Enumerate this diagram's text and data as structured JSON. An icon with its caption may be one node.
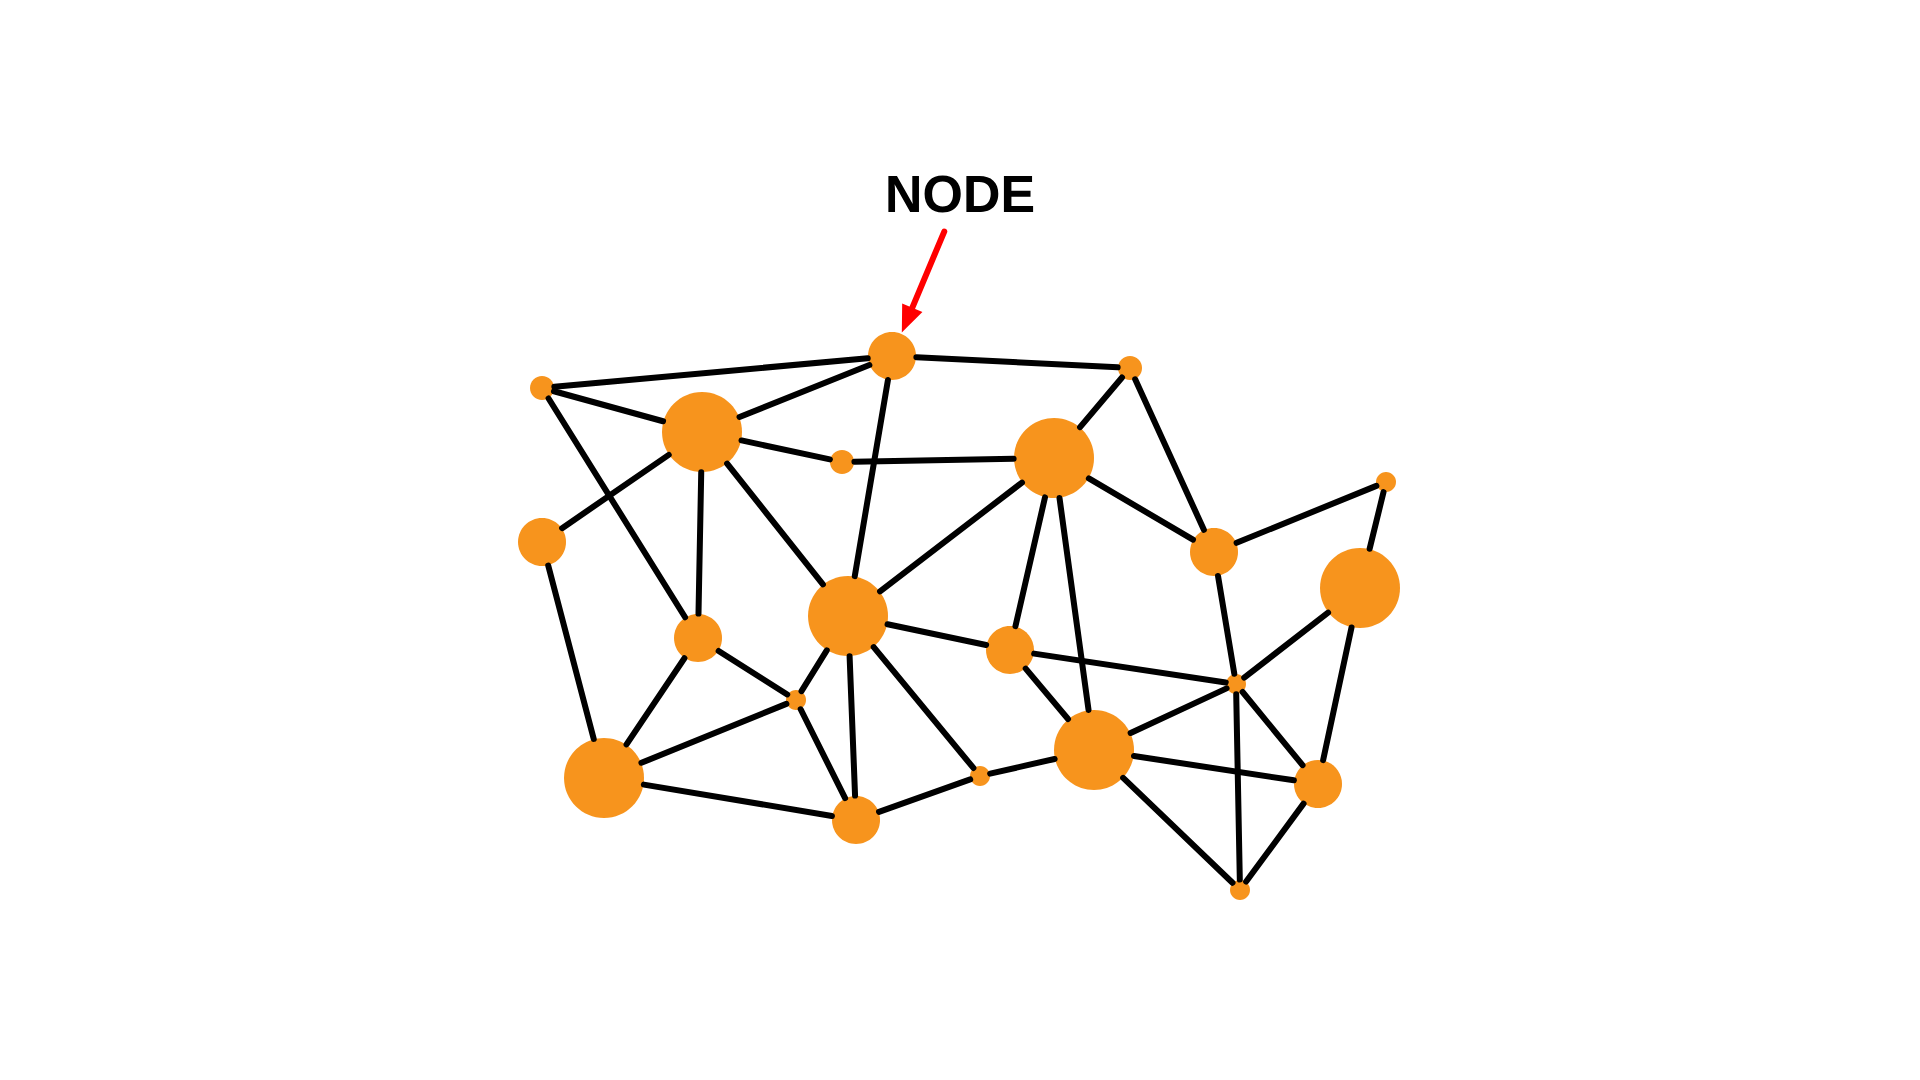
{
  "diagram": {
    "nodes": [
      {
        "text": [
          "NODE"
        ]
      },
      {
        "text": [],
        "shape": "circle"
      },
      {
        "text": [],
        "shape": "circle"
      },
      {
        "text": [],
        "shape": "circle"
      },
      {
        "text": [],
        "shape": "circle"
      },
      {
        "text": [],
        "shape": "circle"
      },
      {
        "text": [],
        "shape": "circle"
      },
      {
        "text": [],
        "shape": "circle"
      },
      {
        "text": [],
        "shape": "circle"
      },
      {
        "text": [],
        "shape": "circle"
      },
      {
        "text": [],
        "shape": "circle"
      },
      {
        "text": [],
        "shape": "circle"
      },
      {
        "text": [],
        "shape": "circle"
      },
      {
        "text": [],
        "shape": "circle"
      },
      {
        "text": [],
        "shape": "circle"
      },
      {
        "text": [],
        "shape": "circle"
      },
      {
        "text": [],
        "shape": "circle"
      },
      {
        "text": [],
        "shape": "circle"
      },
      {
        "text": [],
        "shape": "circle"
      },
      {
        "text": [],
        "shape": "circle"
      },
      {
        "text": [],
        "shape": "circle"
      },
      {
        "text": [],
        "shape": "circle"
      }
    ],
    "edges": [
      {
        "from": 0,
        "to": 1,
        "arrow": "to",
        "color": "#ff0000"
      },
      {
        "from": 3,
        "to": 1,
        "arrow": "none"
      },
      {
        "from": 3,
        "to": 4,
        "arrow": "none"
      },
      {
        "from": 3,
        "to": 12,
        "arrow": "none"
      },
      {
        "from": 4,
        "to": 1,
        "arrow": "none"
      },
      {
        "from": 4,
        "to": 5,
        "arrow": "none"
      },
      {
        "from": 4,
        "to": 8,
        "arrow": "none"
      },
      {
        "from": 4,
        "to": 12,
        "arrow": "none"
      },
      {
        "from": 4,
        "to": 11,
        "arrow": "none"
      },
      {
        "from": 5,
        "to": 6,
        "arrow": "none"
      },
      {
        "from": 1,
        "to": 2,
        "arrow": "none"
      },
      {
        "from": 1,
        "to": 11,
        "arrow": "none"
      },
      {
        "from": 2,
        "to": 6,
        "arrow": "none"
      },
      {
        "from": 2,
        "to": 9,
        "arrow": "none"
      },
      {
        "from": 6,
        "to": 9,
        "arrow": "none"
      },
      {
        "from": 6,
        "to": 11,
        "arrow": "none"
      },
      {
        "from": 6,
        "to": 13,
        "arrow": "none"
      },
      {
        "from": 6,
        "to": 17,
        "arrow": "none"
      },
      {
        "from": 7,
        "to": 9,
        "arrow": "none"
      },
      {
        "from": 7,
        "to": 10,
        "arrow": "none"
      },
      {
        "from": 8,
        "to": 16,
        "arrow": "none"
      },
      {
        "from": 11,
        "to": 13,
        "arrow": "none"
      },
      {
        "from": 13,
        "to": 14,
        "arrow": "none"
      },
      {
        "from": 13,
        "to": 17,
        "arrow": "none"
      },
      {
        "from": 10,
        "to": 14,
        "arrow": "none"
      },
      {
        "from": 10,
        "to": 19,
        "arrow": "none"
      },
      {
        "from": 9,
        "to": 14,
        "arrow": "none"
      },
      {
        "from": 14,
        "to": 17,
        "arrow": "none"
      },
      {
        "from": 14,
        "to": 19,
        "arrow": "none"
      },
      {
        "from": 14,
        "to": 21,
        "arrow": "none"
      },
      {
        "from": 17,
        "to": 19,
        "arrow": "none"
      },
      {
        "from": 17,
        "to": 21,
        "arrow": "none"
      },
      {
        "from": 19,
        "to": 21,
        "arrow": "none"
      },
      {
        "from": 17,
        "to": 18,
        "arrow": "none"
      },
      {
        "from": 11,
        "to": 18,
        "arrow": "none"
      },
      {
        "from": 18,
        "to": 20,
        "arrow": "none"
      },
      {
        "from": 11,
        "to": 20,
        "arrow": "none"
      },
      {
        "from": 11,
        "to": 15,
        "arrow": "none"
      },
      {
        "from": 12,
        "to": 15,
        "arrow": "none"
      },
      {
        "from": 12,
        "to": 16,
        "arrow": "none"
      },
      {
        "from": 15,
        "to": 16,
        "arrow": "none"
      },
      {
        "from": 15,
        "to": 20,
        "arrow": "none"
      },
      {
        "from": 16,
        "to": 20,
        "arrow": "none"
      }
    ]
  }
}
